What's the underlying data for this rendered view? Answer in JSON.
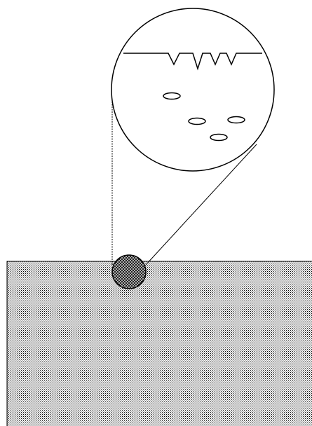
{
  "diagram": {
    "kind": "magnified-detail-view",
    "elements": {
      "material_block": {
        "pattern": "fine-stipple",
        "color": "#000000"
      },
      "detail_spot": {
        "pattern": "cross-hatch"
      },
      "magnified_view": {
        "surface_notches": 4,
        "elliptical_inclusions": 4
      }
    },
    "stroke_color": "#000000",
    "fill_background": "#ffffff"
  }
}
